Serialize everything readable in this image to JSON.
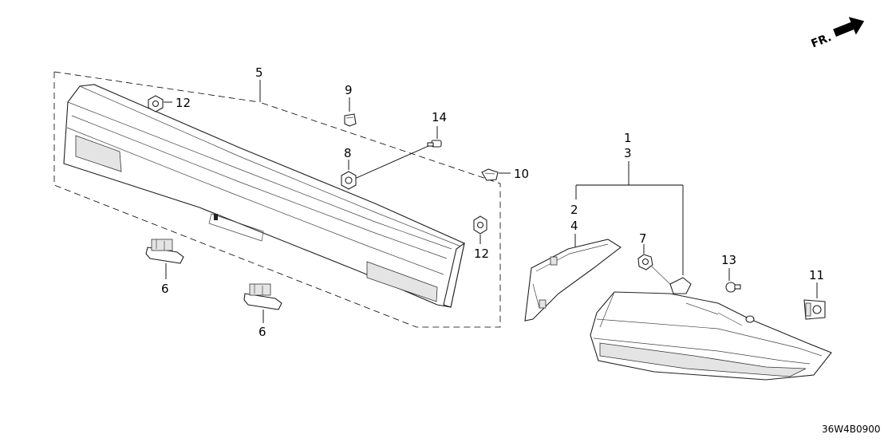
{
  "diagram": {
    "figure_code": "36W4B0900",
    "direction_label": "FR.",
    "callouts": {
      "c1": "1",
      "c3": "3",
      "c2": "2",
      "c4": "4",
      "c5": "5",
      "c6a": "6",
      "c6b": "6",
      "c7": "7",
      "c8": "8",
      "c9": "9",
      "c10": "10",
      "c11": "11",
      "c12a": "12",
      "c12b": "12",
      "c13": "13",
      "c14": "14"
    }
  }
}
